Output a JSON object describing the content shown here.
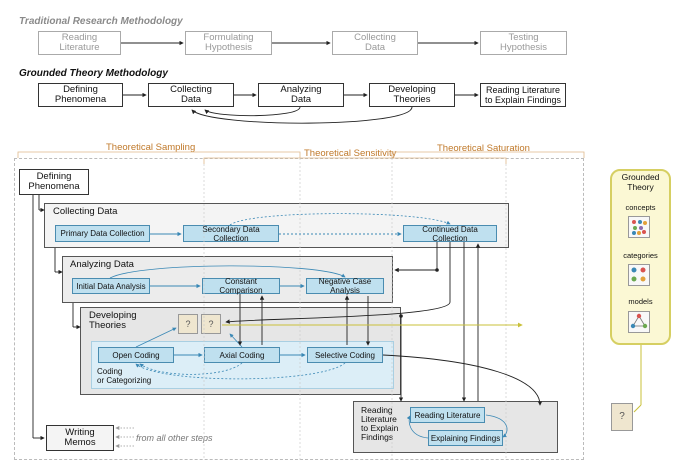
{
  "traditional": {
    "title": "Traditional Research Methodology",
    "steps": [
      "Reading\nLiterature",
      "Formulating\nHypothesis",
      "Collecting\nData",
      "Testing\nHypothesis"
    ]
  },
  "grounded": {
    "title": "Grounded Theory Methodology",
    "steps": [
      "Defining\nPhenomena",
      "Collecting\nData",
      "Analyzing\nData",
      "Developing\nTheories",
      "Reading Literature\nto Explain Findings"
    ]
  },
  "phases": {
    "sampling": "Theoretical Sampling",
    "sensitivity": "Theoretical Sensitivity",
    "saturation": "Theoretical Saturation"
  },
  "detail": {
    "defining": "Defining\nPhenomena",
    "collecting": {
      "title": "Collecting Data",
      "primary": "Primary Data Collection",
      "secondary": "Secondary Data Collection",
      "continued": "Continued Data Collection"
    },
    "analyzing": {
      "title": "Analyzing Data",
      "initial": "Initial Data Analysis",
      "constant": "Constant Comparison",
      "negative": "Negative Case Analysis"
    },
    "developing": {
      "title": "Developing\nTheories",
      "open": "Open Coding",
      "axial": "Axial Coding",
      "selective": "Selective Coding",
      "coding_label": "Coding\nor Categorizing"
    },
    "reading": {
      "title": "Reading\nLiterature\nto Explain\nFindings",
      "reading": "Reading Literature",
      "explaining": "Explaining Findings"
    },
    "memos": {
      "title": "Writing\nMemos",
      "note": "from all other steps"
    }
  },
  "grounded_theory_panel": {
    "title": "Grounded\nTheory",
    "items": [
      "concepts",
      "categories",
      "models"
    ]
  },
  "colors": {
    "node_fill": "#bfe0ef",
    "node_border": "#4a8cb0",
    "phase_text": "#c0792a",
    "gt_border": "#d6cf62",
    "gt_fill": "#fbf8d4",
    "arrow_blue": "#3a88b5",
    "arrow_yellow": "#c9c03a"
  }
}
